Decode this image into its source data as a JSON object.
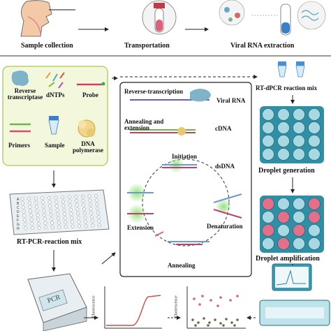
{
  "top_row": {
    "sample_collection": "Sample collection",
    "transportation": "Transportation",
    "viral_rna_extraction": "Viral RNA extraction"
  },
  "reagents": {
    "reverse_transcriptase": "Reverse transcriptase",
    "dntps": "dNTPs",
    "probe": "Probe",
    "primers": "Primers",
    "sample": "Sample",
    "dna_polymerase": "DNA polymerase"
  },
  "plate": {
    "row_letters": [
      "A",
      "B",
      "C",
      "D",
      "E",
      "F",
      "G",
      "H"
    ],
    "label": "RT-PCR-reaction mix"
  },
  "mechanism": {
    "reverse_transcription": "Reverse-transcription",
    "viral_rna": "Viral RNA",
    "annealing_extension": "Annealing and extension",
    "cdna": "cDNA",
    "initiation": "Initiation",
    "dsdna": "dsDNA",
    "denaturation": "Denaturation",
    "annealing": "Annealing",
    "extension": "Extension"
  },
  "dpcr": {
    "reaction_mix": "RT-dPCR reaction mix",
    "droplet_generation": "Droplet generation",
    "droplet_amplification": "Droplet amplification"
  },
  "bottom": {
    "pcr_machine_text": "PCR",
    "fluorescence_axis": "Fluorescence"
  },
  "colors": {
    "green_panel_bg": "#f3f7dc",
    "green_panel_border": "#b8cf6a",
    "well_blue": "#a8d8e2",
    "well_red": "#e2708a",
    "droplet_plate_bg": "#2f8fa4",
    "curve_red": "#d24a4a"
  }
}
